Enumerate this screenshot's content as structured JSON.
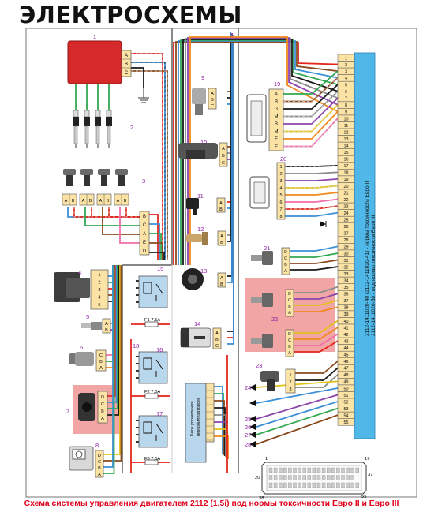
{
  "page": {
    "heading": "ЭЛЕКТРОСХЕМЫ",
    "caption": "Схема системы управления двигателем 2112 (1,5i) под нормы токсичности Евро II и Евро III"
  },
  "ecu": {
    "label_line1": "2112-1411020-40 (2112-1411020-41) - нормы токсичности Евро II",
    "label_line2": "2112-1411020-50 - под нормы токсичности Евро III",
    "pins": [
      "1",
      "2",
      "3",
      "4",
      "5",
      "6",
      "7",
      "8",
      "9",
      "10",
      "11",
      "12",
      "13",
      "14",
      "15",
      "16",
      "17",
      "18",
      "19",
      "20",
      "21",
      "22",
      "23",
      "24",
      "25",
      "26",
      "27",
      "28",
      "29",
      "30",
      "31",
      "32",
      "33",
      "34",
      "35",
      "36",
      "37",
      "38",
      "39",
      "40",
      "41",
      "42",
      "43",
      "44",
      "45",
      "46",
      "47",
      "48",
      "49",
      "50",
      "51",
      "52",
      "53",
      "54",
      "55"
    ],
    "connector_pins": {
      "p1": "1",
      "p19": "19",
      "p20": "20",
      "p37": "37",
      "p38": "38",
      "p55": "55"
    }
  },
  "components": {
    "c1": "1",
    "c2": "2",
    "c3": "3",
    "c4": "4",
    "c5": "5",
    "c6": "6",
    "c7": "7",
    "c8": "8",
    "c9": "9",
    "c10": "10",
    "c11": "11",
    "c12": "12",
    "c13": "13",
    "c14": "14",
    "c15": "15",
    "c16": "16",
    "c17": "17",
    "c18": "18",
    "c19": "19",
    "c20": "20",
    "c21": "21",
    "c22": "22",
    "c23": "23",
    "c24": "24",
    "c25": "25",
    "c26": "26",
    "c27": "27",
    "c28": "28"
  },
  "fuses": {
    "f1": "F1 7,5A",
    "f2": "F2 7,5A",
    "f3": "F3 7,5A"
  },
  "immobilizer": {
    "label_line1": "Блок управления",
    "label_line2": "иммобилизатором"
  },
  "pin_letters": {
    "abc": [
      "A",
      "B",
      "C"
    ],
    "ab": [
      "A",
      "B"
    ],
    "abcd": [
      "A",
      "B",
      "C",
      "D"
    ],
    "abcef": [
      "A",
      "B",
      "C",
      "E",
      "F"
    ],
    "bcaed": [
      "B",
      "C",
      "A",
      "E",
      "D"
    ],
    "c19": [
      "A",
      "B",
      "G",
      "M",
      "B",
      "M",
      "F",
      "E"
    ],
    "c20": [
      "1",
      "2",
      "3",
      "4",
      "5",
      "6",
      "7",
      "8"
    ],
    "nums123": [
      "1",
      "2",
      "3"
    ],
    "nums12345": [
      "1",
      "2",
      "3",
      "4",
      "5"
    ],
    "cba": [
      "C",
      "B",
      "A"
    ],
    "dcba": [
      "D",
      "C",
      "B",
      "A"
    ],
    "dcbaFive": [
      "D",
      "C",
      "B",
      "A"
    ],
    "dcbaE": [
      "E",
      "D",
      "C",
      "B",
      "A"
    ]
  },
  "colors": {
    "ecu": "#4fb8e8",
    "pink_zone": "#f1a5a5",
    "heading": "#111111",
    "caption": "#e0001b",
    "coil": "#d62a2a",
    "connector": "#fbe3a6",
    "wire_red": "#e2261c",
    "wire_blue": "#3a8fd8",
    "wire_green": "#34a853",
    "wire_brown": "#8a4a1d",
    "wire_black": "#1a1a1a",
    "wire_gray": "#8a8a8a",
    "wire_violet": "#8e44ad",
    "wire_yellow": "#e3c21a",
    "wire_orange": "#f08a1c",
    "wire_pink": "#f06fa8",
    "wire_white": "#d8d8d8"
  }
}
